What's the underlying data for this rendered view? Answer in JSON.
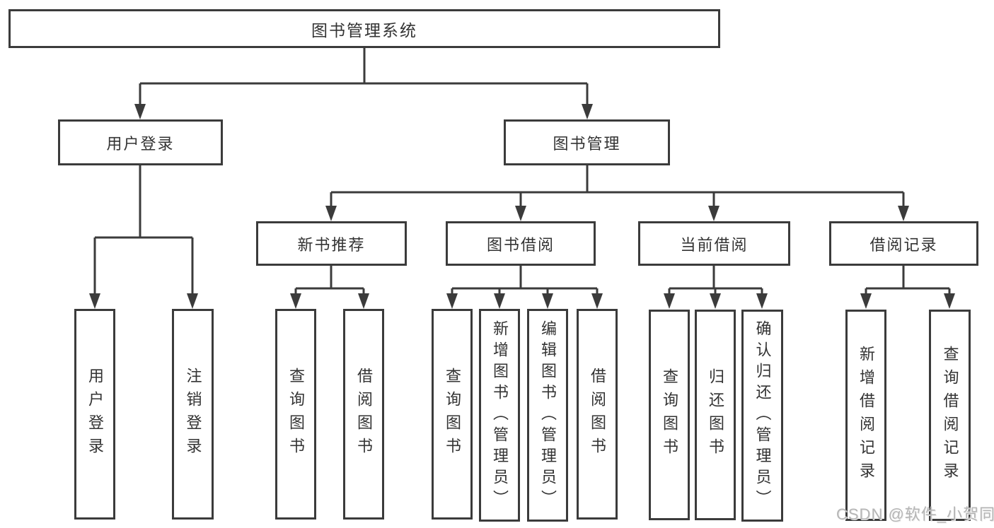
{
  "tree": {
    "label": "图书管理系统",
    "children": [
      {
        "label": "用户登录",
        "children": [
          {
            "label": "用户登录"
          },
          {
            "label": "注销登录"
          }
        ]
      },
      {
        "label": "图书管理",
        "children": [
          {
            "label": "新书推荐",
            "children": [
              {
                "label": "查询图书"
              },
              {
                "label": "借阅图书"
              }
            ]
          },
          {
            "label": "图书借阅",
            "children": [
              {
                "label": "查询图书"
              },
              {
                "label": "新增图书（管理员）"
              },
              {
                "label": "编辑图书（管理员）"
              },
              {
                "label": "借阅图书"
              }
            ]
          },
          {
            "label": "当前借阅",
            "children": [
              {
                "label": "查询图书"
              },
              {
                "label": "归还图书"
              },
              {
                "label": "确认归还（管理员）"
              }
            ]
          },
          {
            "label": "借阅记录",
            "children": [
              {
                "label": "新增借阅记录"
              },
              {
                "label": "查询借阅记录"
              }
            ]
          }
        ]
      }
    ]
  },
  "watermark": {
    "text": "CSDN @软件_小贺同学"
  },
  "colors": {
    "line": "#3b3b3b",
    "box_background": "#ffffff",
    "text": "#333333",
    "watermark": "#b5b5b5"
  }
}
